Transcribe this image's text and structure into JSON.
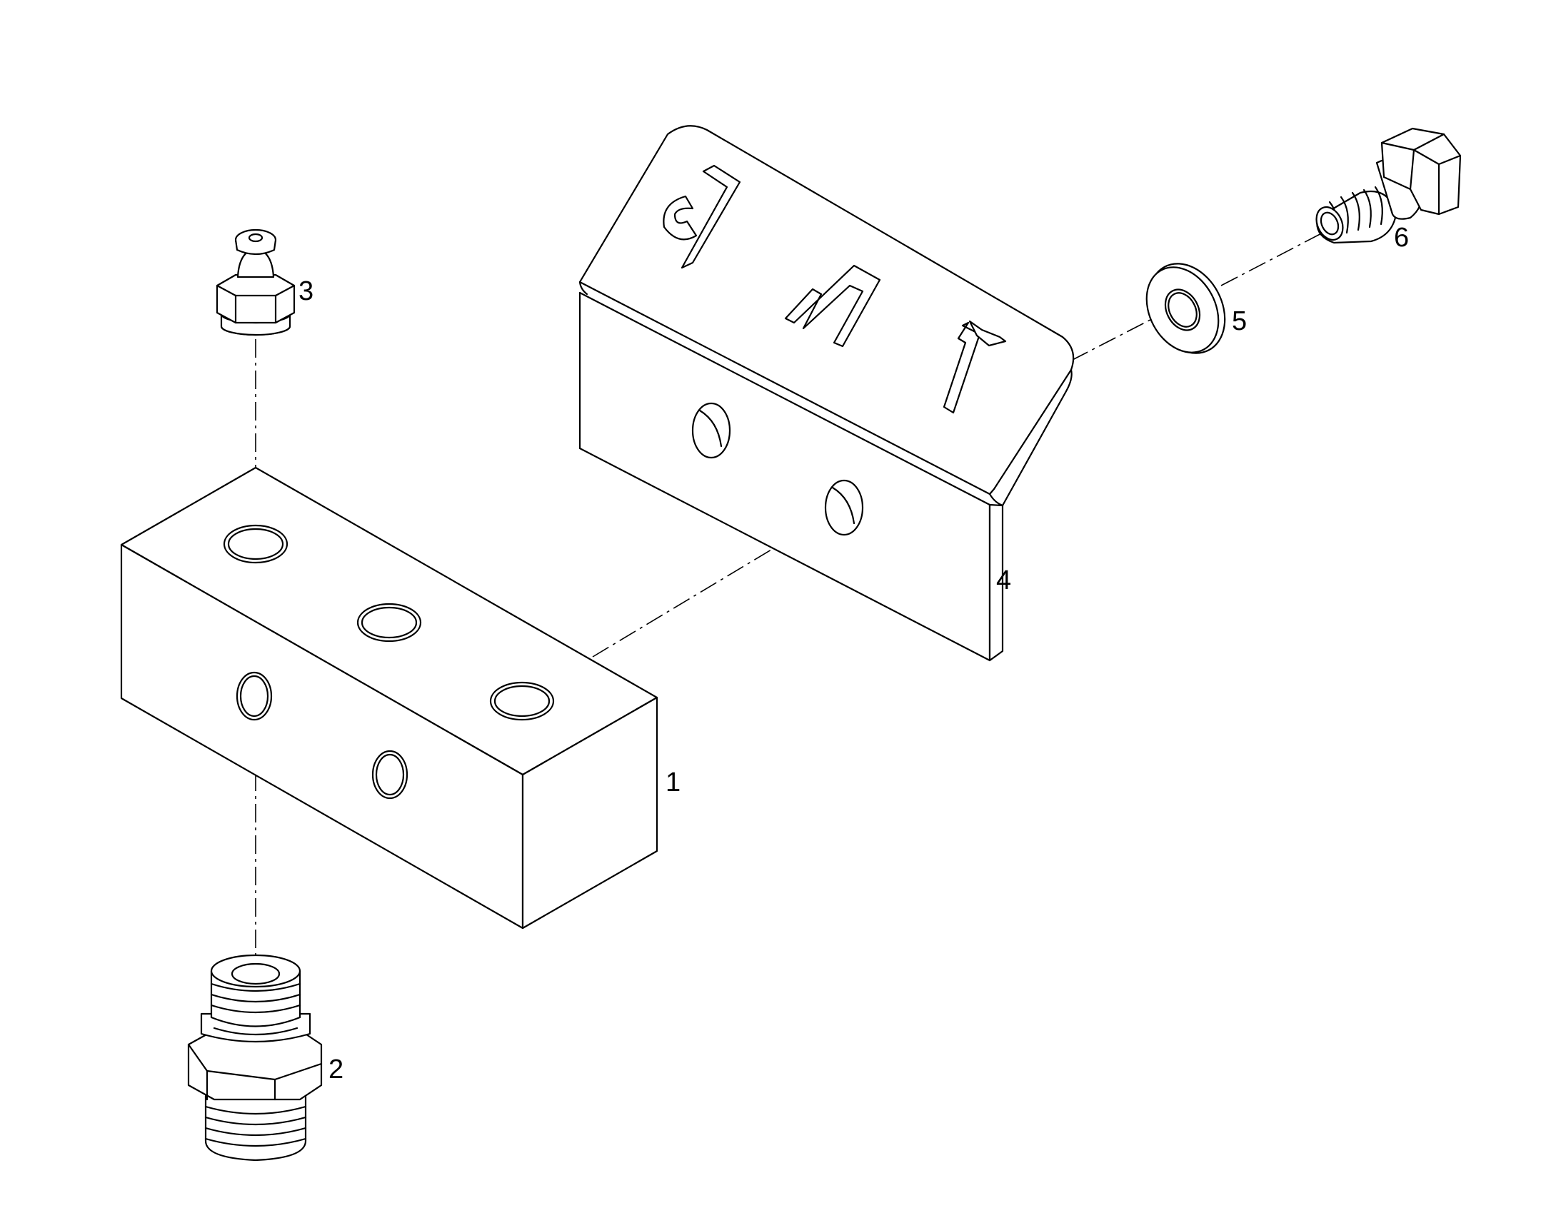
{
  "callouts": {
    "part1": "1",
    "part2": "2",
    "part3": "3",
    "part4": "4",
    "part5": "5",
    "part6": "6"
  },
  "bracket_letters": [
    "R",
    "M",
    "L"
  ]
}
